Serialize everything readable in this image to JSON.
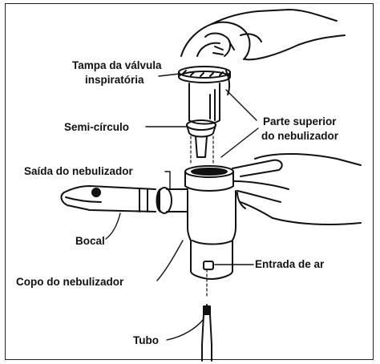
{
  "labels": {
    "tampa_line1": "Tampa da válvula",
    "tampa_line2": "inspiratória",
    "semi_circulo": "Semi-círculo",
    "parte_line1": "Parte superior",
    "parte_line2": "do nebulizador",
    "saida": "Saída do nebulizador",
    "bocal": "Bocal",
    "copo": "Copo do nebulizador",
    "entrada": "Entrada de ar",
    "tubo": "Tubo"
  },
  "colors": {
    "ink": "#111111",
    "background": "#ffffff"
  }
}
